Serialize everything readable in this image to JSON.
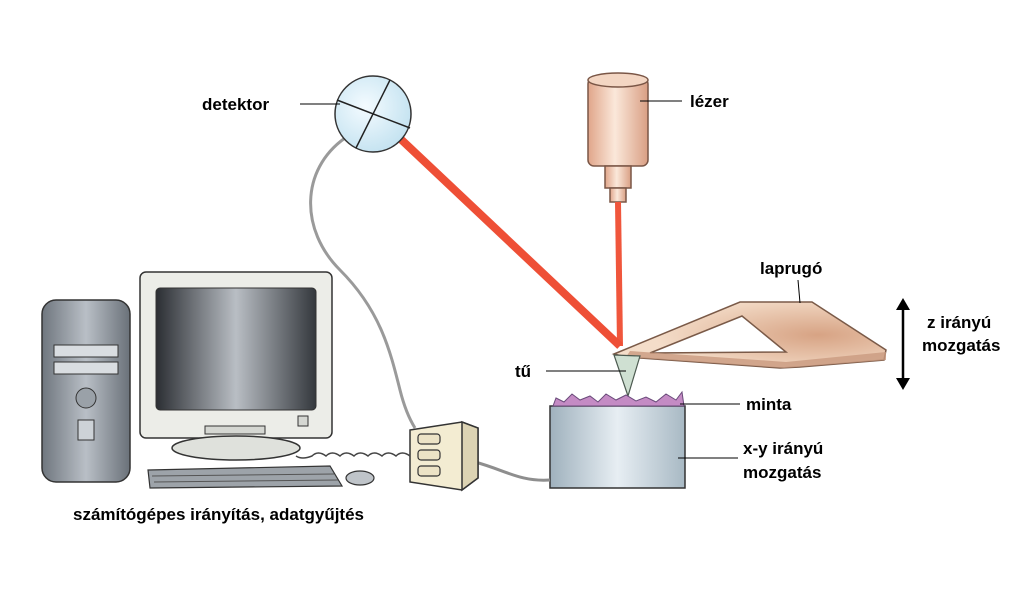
{
  "labels": {
    "detector": "detektor",
    "laser": "lézer",
    "cantilever": "laprugó",
    "z_motion_line1": "z irányú",
    "z_motion_line2": "mozgatás",
    "tip": "tű",
    "sample": "minta",
    "xy_motion_line1": "x-y irányú",
    "xy_motion_line2": "mozgatás",
    "computer_caption": "számítógépes irányítás, adatgyűjtés"
  },
  "colors": {
    "laser_beam": "#f0563c",
    "laser_body": "#e9c1a6",
    "detector": "#d6ecf6",
    "cantilever": "#e8c4a6",
    "stage": "#c4d3dc",
    "sample_surface": "#c48bc4",
    "computer_case": "#8e959e",
    "monitor_frame": "#e9ebe6",
    "control_box": "#f3ecd2"
  },
  "icons": {
    "z_arrow": "double-headed-vertical-arrow"
  }
}
